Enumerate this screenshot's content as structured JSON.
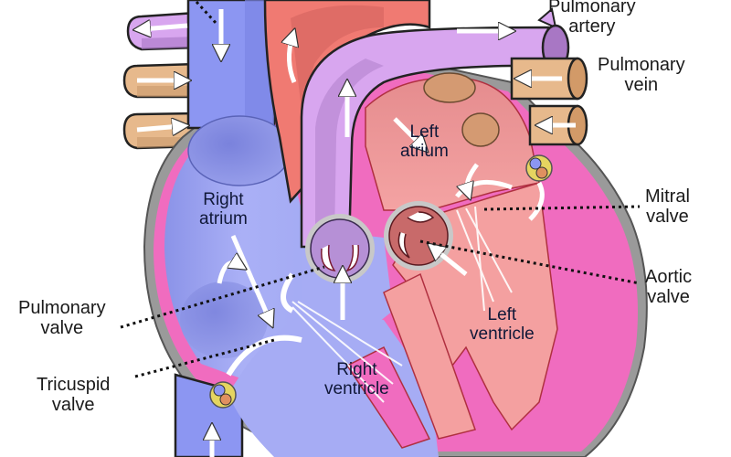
{
  "diagram": {
    "subject": "Human heart anatomy (cross-section, blood flow)",
    "colors": {
      "deoxygenated_blue": "#8c96f2",
      "deoxygenated_light": "#aab0f4",
      "oxygenated_red": "#f07a72",
      "pulmonary_purple": "#d8a6ef",
      "pulmonary_vein_tan": "#e7b98c",
      "myocardium_pink": "#f06cbf",
      "left_chamber_salmon": "#f4a0a0",
      "outline_gray": "#7a7a7a",
      "label_text": "#1a1a1a"
    },
    "external_labels": [
      {
        "id": "pulmonary-artery",
        "lines": [
          "Pulmonary",
          "artery"
        ]
      },
      {
        "id": "pulmonary-vein",
        "lines": [
          "Pulmonary",
          "vein"
        ]
      },
      {
        "id": "mitral-valve",
        "lines": [
          "Mitral",
          "valve"
        ]
      },
      {
        "id": "aortic-valve",
        "lines": [
          "Aortic",
          "valve"
        ]
      },
      {
        "id": "pulmonary-valve",
        "lines": [
          "Pulmonary",
          "valve"
        ]
      },
      {
        "id": "tricuspid-valve",
        "lines": [
          "Tricuspid",
          "valve"
        ]
      }
    ],
    "chamber_labels": [
      {
        "id": "right-atrium",
        "lines": [
          "Right",
          "atrium"
        ]
      },
      {
        "id": "left-atrium",
        "lines": [
          "Left",
          "atrium"
        ]
      },
      {
        "id": "right-ventricle",
        "lines": [
          "Right",
          "ventricle"
        ]
      },
      {
        "id": "left-ventricle",
        "lines": [
          "Left",
          "ventricle"
        ]
      }
    ]
  }
}
